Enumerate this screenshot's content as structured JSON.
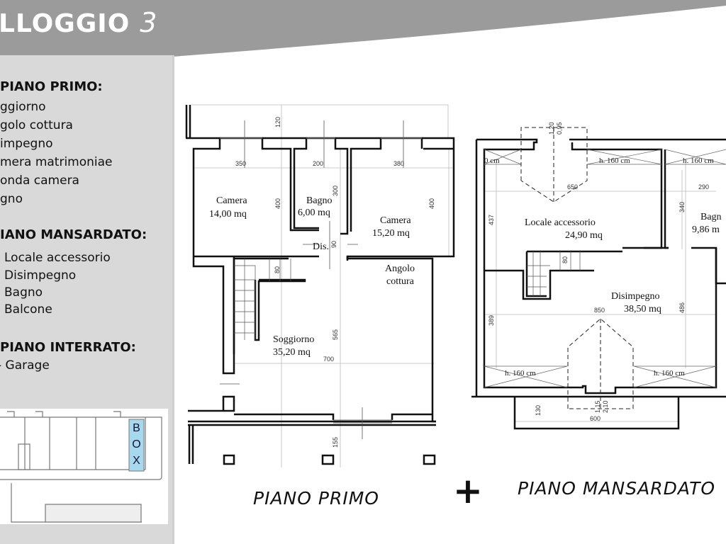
{
  "header": {
    "title": "LLOGGIO",
    "number": "3",
    "bg_color": "#9b9b9b"
  },
  "sidebar": {
    "bg_color": "#d9d9d9",
    "primo": {
      "heading": "PIANO PRIMO:",
      "items": [
        "ggiorno",
        "golo cottura",
        "impegno",
        "mera matrimoniae",
        "onda camera",
        "gno"
      ]
    },
    "mansardato": {
      "heading": "IANO MANSARDATO:",
      "items": [
        "Locale accessorio",
        "Disimpegno",
        "Bagno",
        "Balcone"
      ]
    },
    "interrato": {
      "heading": "PIANO INTERRATO:",
      "items": [
        "- Garage"
      ]
    },
    "thumbnail": {
      "box_label": [
        "B",
        "O",
        "X"
      ],
      "box_color": "#a8d8ee"
    }
  },
  "plan_primo": {
    "caption": "PIANO PRIMO",
    "rooms": [
      {
        "name": "Camera",
        "area": "14,00 mq"
      },
      {
        "name": "Bagno",
        "area": "6,00 mq"
      },
      {
        "name": "Camera",
        "area": "15,20 mq"
      },
      {
        "name": "Dis."
      },
      {
        "name": "Angolo",
        "area": "cottura"
      },
      {
        "name": "Soggiorno",
        "area": "35,20 mq"
      }
    ],
    "dims": [
      "120",
      "350",
      "200",
      "380",
      "400",
      "300",
      "400",
      "90",
      "80",
      "565",
      "700",
      "155"
    ]
  },
  "plus": "+",
  "plan_mansardato": {
    "caption": "PIANO MANSARDATO",
    "rooms": [
      {
        "name": "Locale accessorio",
        "area": "24,90 mq"
      },
      {
        "name": "Bagn",
        "area": "9,86 m"
      },
      {
        "name": "Disimpegno",
        "area": "38,50 mq"
      }
    ],
    "heights": [
      "0 cm",
      "h. 160 cm",
      "h. 160 cm",
      "h. 160 cm",
      "h. 160 cm"
    ],
    "dims": [
      "1,20",
      "0,95",
      "650",
      "290",
      "437",
      "340",
      "486",
      "850",
      "389",
      "1,15",
      "2,10",
      "130",
      "600",
      "80"
    ]
  }
}
